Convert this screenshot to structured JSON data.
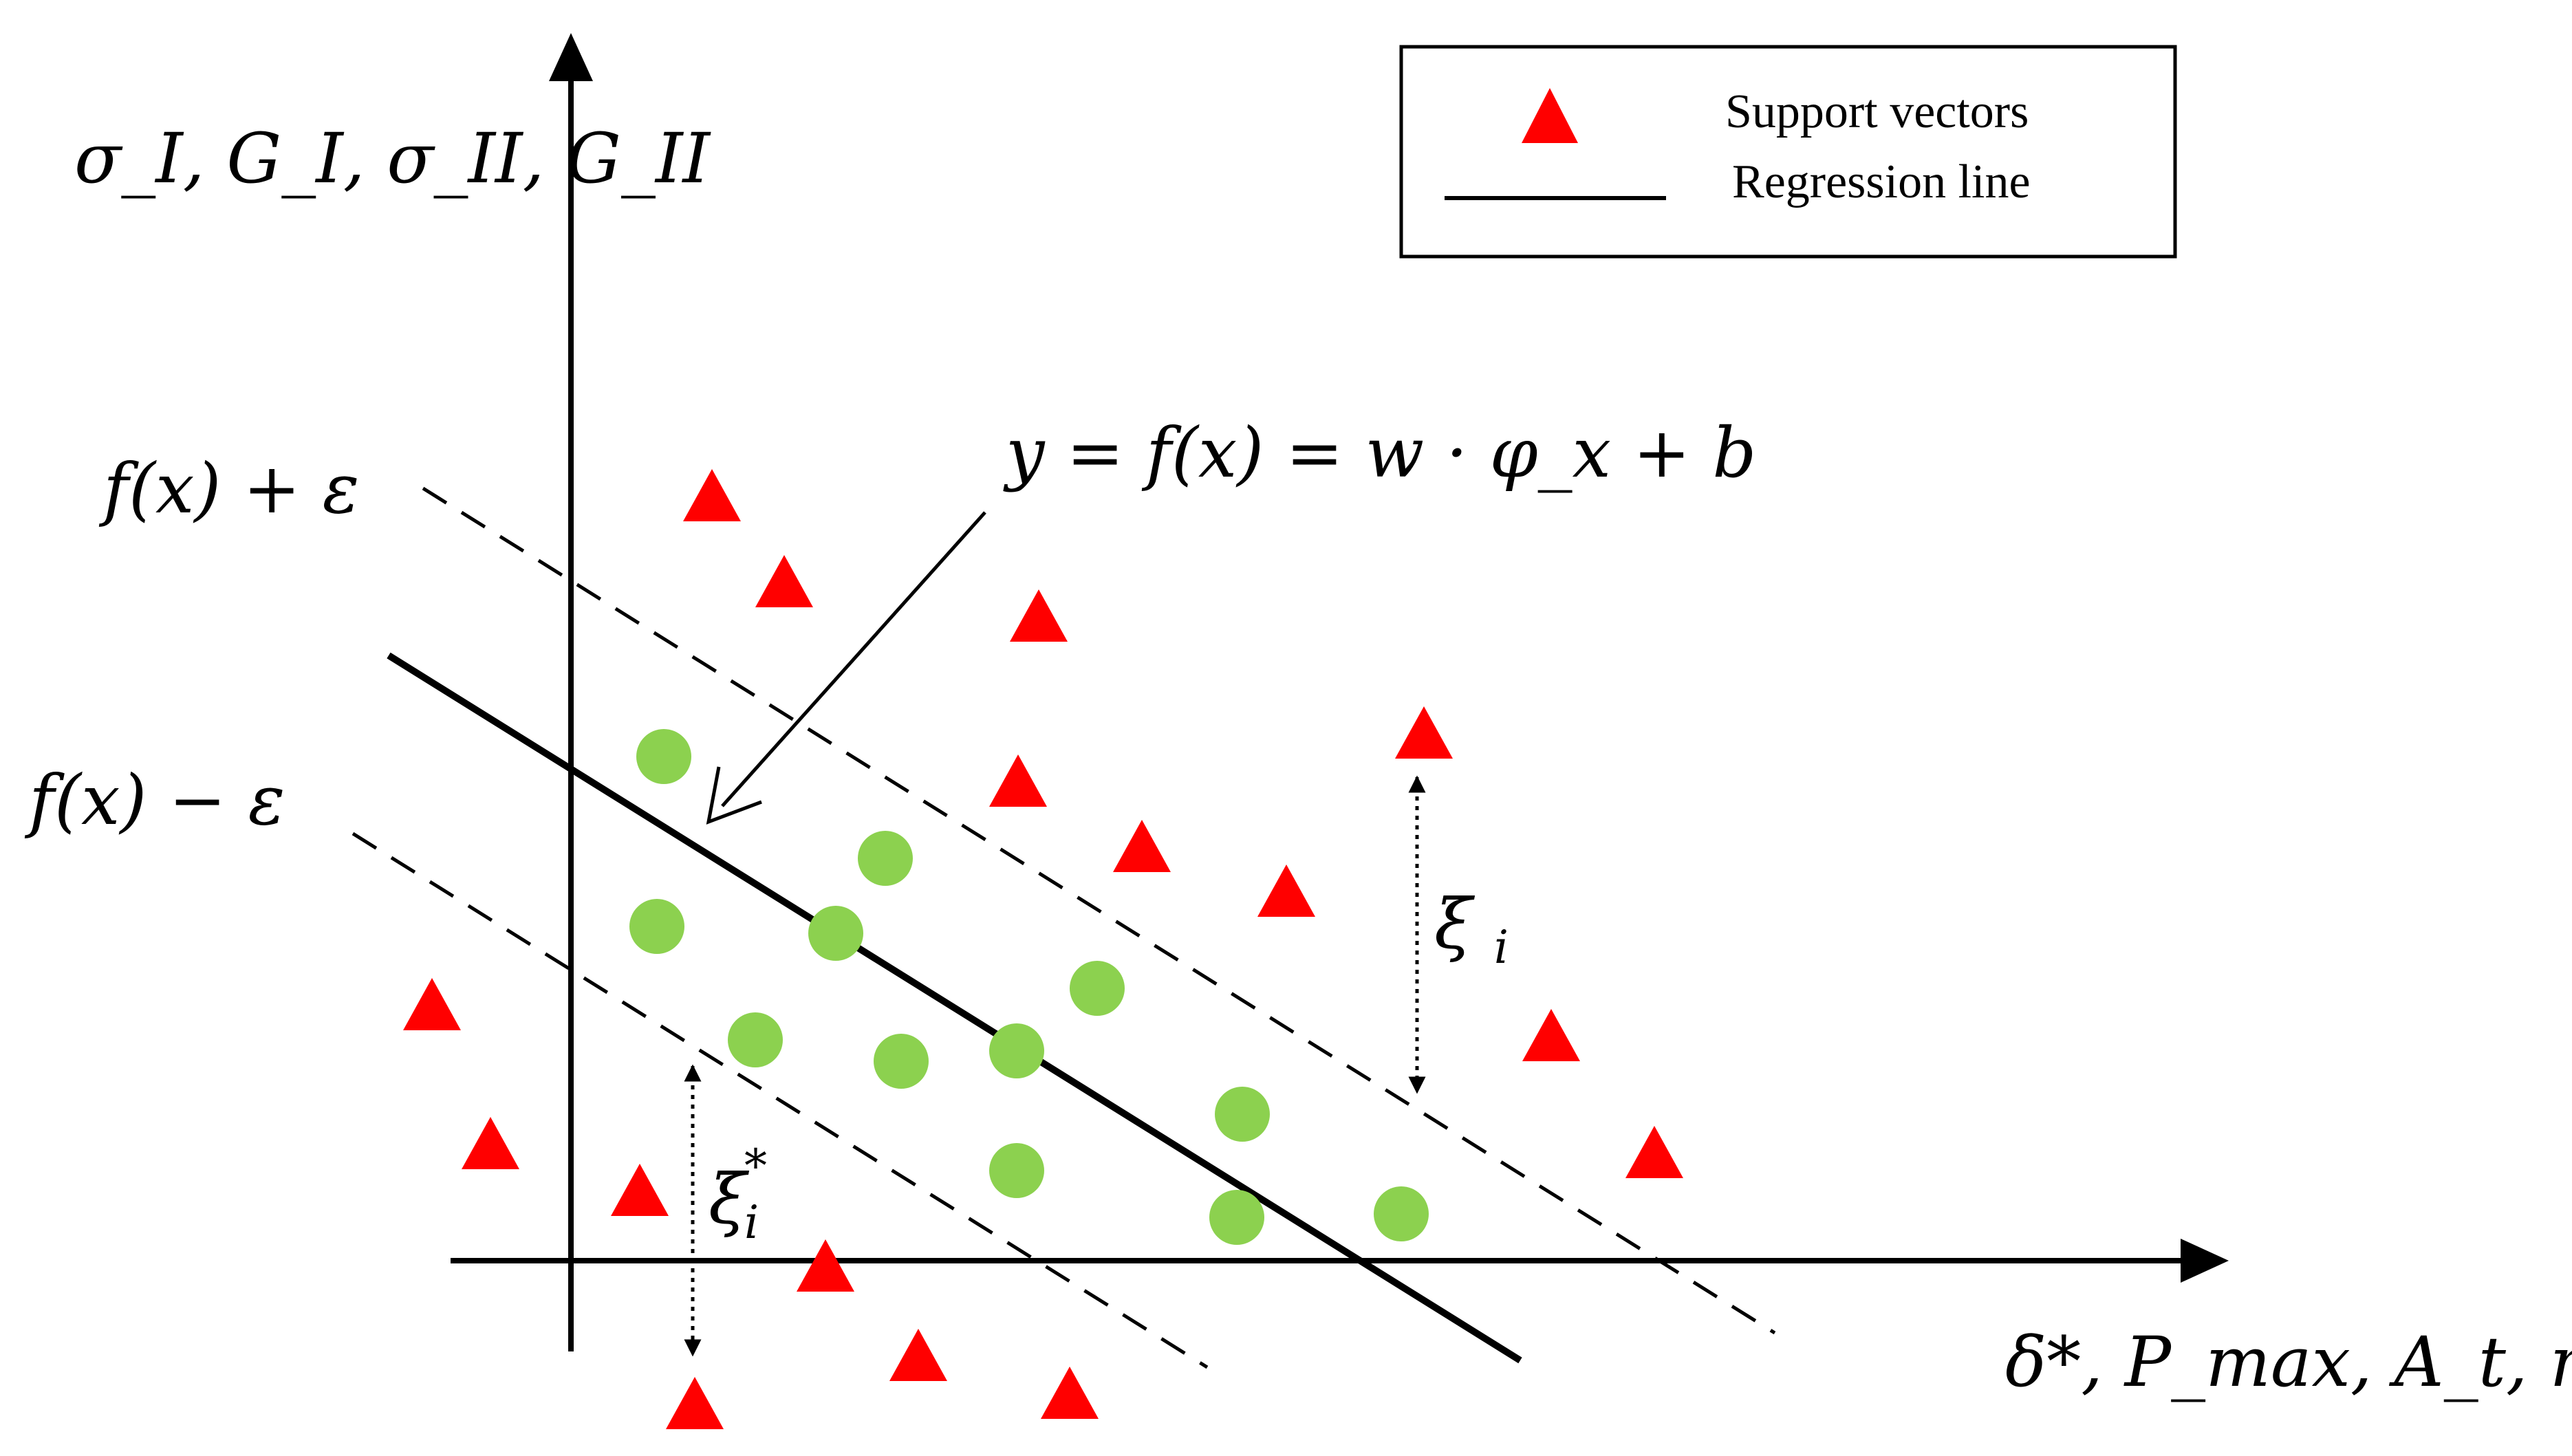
{
  "labels": {
    "y_axis": "σ_I, G_I, σ_II, G_II",
    "x_axis": "δ*, P_max, A_t, m",
    "upper_bound": "f(x) + ε",
    "lower_bound": "f(x) − ε",
    "equation": "y = f(x) = w · φ_x + b",
    "xi": "ξ",
    "xi_sub": "i",
    "xi_star_sup": "*"
  },
  "legend": {
    "support_vectors": "Support vectors",
    "regression_line": "Regression line"
  },
  "colors": {
    "support_vector": "#ff0000",
    "point": "#8cd14f",
    "line": "#000000"
  },
  "icons": {
    "support_vector": "triangle-icon",
    "point": "circle-icon"
  }
}
